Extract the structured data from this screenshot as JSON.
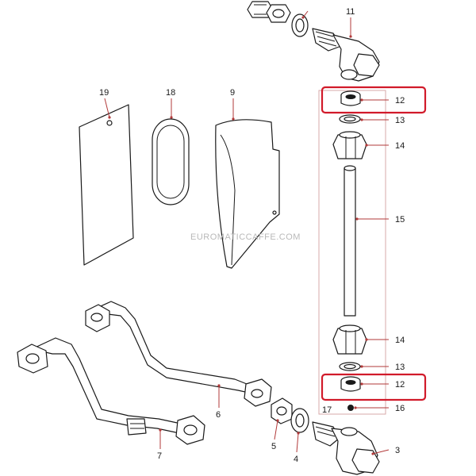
{
  "watermark": "EUROMATICCAFFE.COM",
  "callouts": {
    "c3": "3",
    "c4": "4",
    "c5": "5",
    "c6": "6",
    "c7": "7",
    "c9": "9",
    "c11": "11",
    "c12a": "12",
    "c12b": "12",
    "c13a": "13",
    "c13b": "13",
    "c14a": "14",
    "c14b": "14",
    "c15": "15",
    "c16": "16",
    "c17": "17",
    "c18": "18",
    "c19": "19"
  },
  "colors": {
    "highlight": "#d11a2a",
    "leader": "#b23a3a",
    "frame": "#d7a8a8"
  }
}
